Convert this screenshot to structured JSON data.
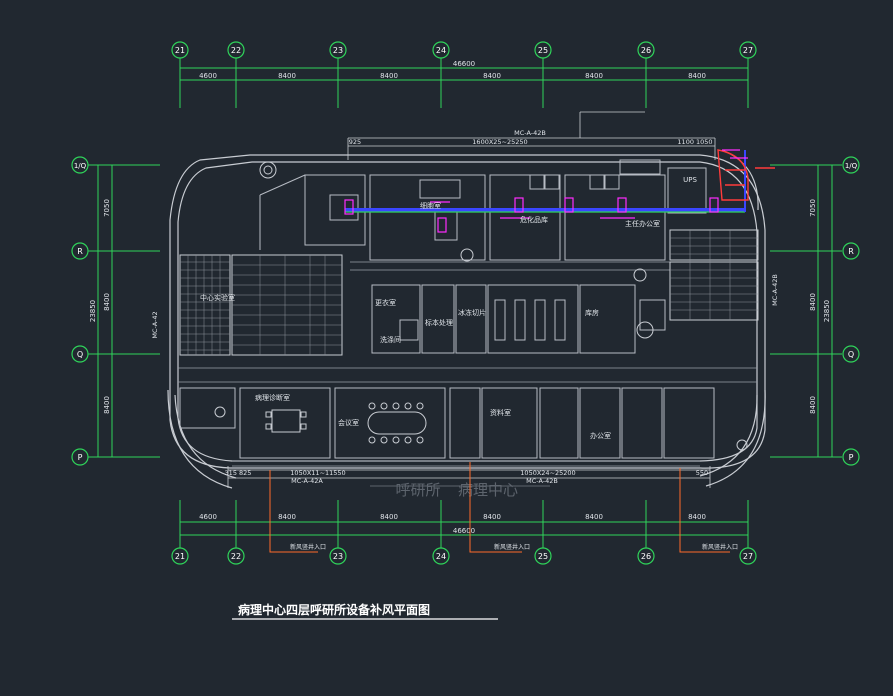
{
  "drawing": {
    "title": "病理中心四层呼研所设备补风平面图",
    "watermark_left": "呼研所",
    "watermark_right": "病理中心"
  },
  "colors": {
    "background": "#212830",
    "grid_circle": "#2fd45a",
    "dimension": "#2fd45a",
    "wall": "#c8ccd2",
    "duct": "#3a46ff",
    "magenta": "#ff2cff",
    "red": "#ff3b3b",
    "leader": "#ff6a2a",
    "title_text": "#ffffff"
  },
  "axes": {
    "columns": [
      "21",
      "22",
      "23",
      "24",
      "25",
      "26",
      "27"
    ],
    "rows": [
      "1/Q",
      "R",
      "Q",
      "P"
    ]
  },
  "dimensions": {
    "top_total": "46600",
    "top_segments": [
      "4600",
      "8400",
      "8400",
      "8400",
      "8400",
      "8400"
    ],
    "bottom_total": "46600",
    "bottom_segments": [
      "4600",
      "8400",
      "8400",
      "8400",
      "8400",
      "8400"
    ],
    "left_total": "23850",
    "left_segments": [
      "7050",
      "8400",
      "8400"
    ],
    "right_total": "23850",
    "right_segments": [
      "7050",
      "8400",
      "8400"
    ]
  },
  "annotations": {
    "duct_top": "MC-A-42B",
    "duct_top_size": "1600X25~25250",
    "duct_top_small": "1100 1050",
    "duct_top_left": "925",
    "duct_bottom_left": "MC-A-42A",
    "duct_bottom_left_size": "1050X11~11550",
    "duct_bottom_right": "MC-A-42B",
    "duct_bottom_right_size": "1050X24~25200",
    "duct_bottom_small_left": "315 825",
    "duct_bottom_small_right": "550",
    "left_side_label": "MC-A-42",
    "right_side_label": "MC-A-42B",
    "ups": "UPS",
    "leader_bottom_1": "新风竖井入口",
    "leader_bottom_2": "新风竖井入口",
    "leader_bottom_3": "新风竖井入口"
  },
  "rooms": [
    "中心实验室",
    "病理诊断室",
    "会议室",
    "更衣室",
    "标本处理",
    "冰冻切片",
    "洗涤间",
    "库房",
    "办公室",
    "危化品库",
    "细胞室",
    "主任办公室",
    "资料室"
  ]
}
